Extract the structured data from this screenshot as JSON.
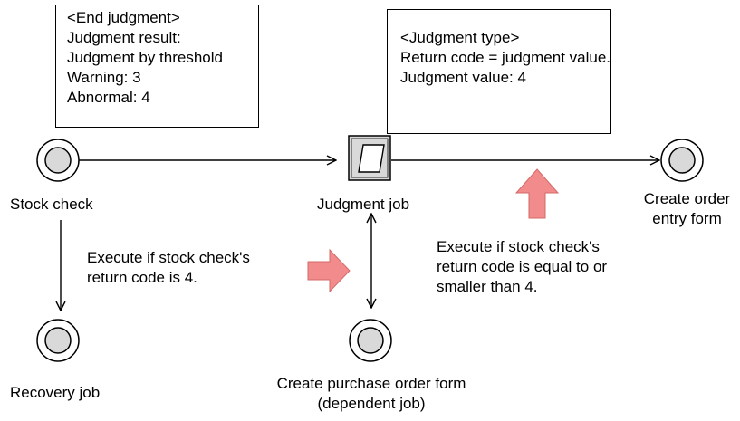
{
  "end_judgment_box": {
    "lines": [
      "<End judgment>",
      "Judgment result:",
      "Judgment by threshold",
      "Warning: 3",
      "Abnormal: 4"
    ]
  },
  "judgment_type_box": {
    "lines": [
      "<Judgment type>",
      "Return code = judgment value.",
      "Judgment value: 4"
    ]
  },
  "jobs": {
    "stock_check": "Stock check",
    "judgment_job": "Judgment job",
    "create_order_entry_form": [
      "Create order",
      "entry form"
    ],
    "recovery_job": "Recovery job",
    "create_purchase_order_form": [
      "Create purchase order form",
      "(dependent job)"
    ]
  },
  "notes": {
    "left": [
      "Execute if stock check's",
      "return code is 4."
    ],
    "right": [
      "Execute if stock check's",
      "return code is equal to or",
      "smaller than 4."
    ]
  },
  "colors": {
    "node_fill": "#d9d9d9",
    "arrow_fill": "#f28b8b",
    "arrow_stroke": "#d46a6a"
  }
}
